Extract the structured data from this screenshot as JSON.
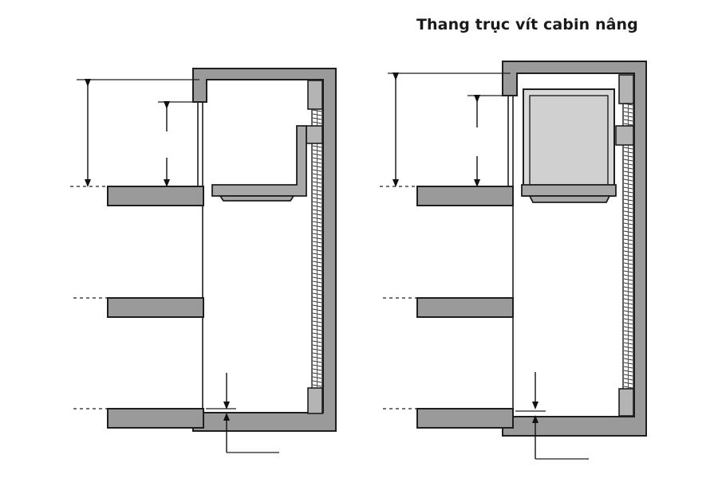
{
  "diagram": {
    "title": "Thang trục vít cabin nâng",
    "panels": [
      {
        "id": "left",
        "payload": "platform"
      },
      {
        "id": "right",
        "payload": "cabin"
      }
    ],
    "floors_per_panel": 3
  }
}
